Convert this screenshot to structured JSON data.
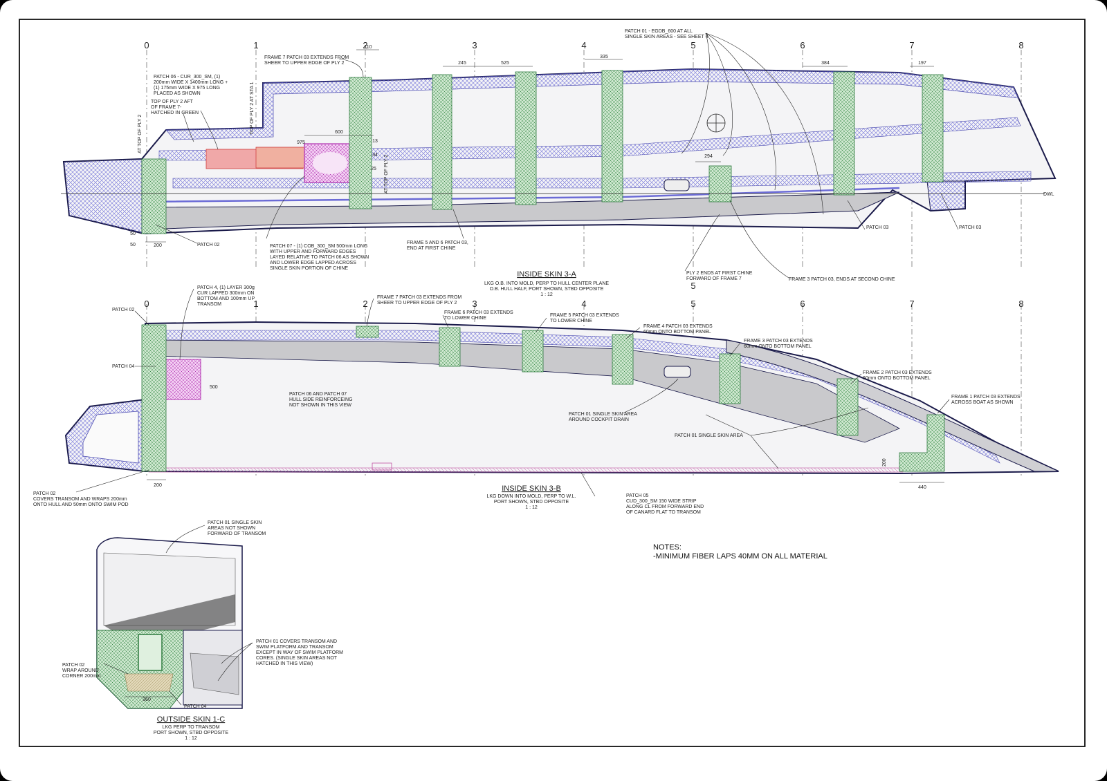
{
  "stations": [
    "0",
    "1",
    "2",
    "3",
    "4",
    "5",
    "6",
    "7",
    "8"
  ],
  "view_a": {
    "title": "INSIDE SKIN 3-A",
    "sub1": "LKG O.B. INTO MOLD, PERP TO HULL CENTER PLANE",
    "sub2": "O.B. HULL HALF, PORT SHOWN, STBD OPPOSITE",
    "scale": "1 : 12",
    "labels": {
      "patch01": [
        "PATCH 01 - EGDB_600 AT ALL",
        "SINGLE SKIN AREAS - SEE SHEET 4"
      ],
      "frame7": [
        "FRAME 7 PATCH 03 EXTENDS FROM",
        "SHEER TO UPPER EDGE OF PLY 2"
      ],
      "patch06": [
        "PATCH 06 - CUR_300_SM, (1)",
        "200mm WIDE X 1400mm LONG +",
        "(1) 175mm WIDE X 975 LONG",
        "PLACED AS SHOWN"
      ],
      "topply": [
        "TOP OF PLY 2 AFT",
        "OF FRAME 7-",
        "HATCHED IN GREEN"
      ],
      "patch07": [
        "PATCH 07 - (1) COB_300_SM 500mm LONG",
        "WITH UPPER AND FORWARD EDGES",
        "LAYED RELATIVE TO PATCH 06 AS SHOWN",
        "AND LOWER EDGE LAPPED ACROSS",
        "SINGLE SKIN PORTION OF CHINE"
      ],
      "frame56": [
        "FRAME 5 AND 6 PATCH 03,",
        "END AT FIRST CHINE"
      ],
      "ply2ends": [
        "PLY 2 ENDS AT FIRST CHINE",
        "FORWARD OF FRAME 7"
      ],
      "frame3": [
        "FRAME 3 PATCH 03, ENDS AT SECOND CHINE"
      ],
      "patch02": "PATCH 02",
      "patch03a": "PATCH 03",
      "patch03b": "PATCH 03",
      "dwl": "DWL",
      "vert1": "AT TOP OF PLY 2",
      "vert2": "TOP OF PLY 2 AT STA 1",
      "vert3": "AT TOP OF PLY 2"
    },
    "dims": [
      "110",
      "245",
      "525",
      "335",
      "384",
      "197",
      "600",
      "975",
      "13",
      "34",
      "25",
      "294",
      "50",
      "50",
      "200"
    ]
  },
  "view_b": {
    "title": "INSIDE SKIN 3-B",
    "sub1": "LKG DOWN INTO MOLD, PERP TO W.L.",
    "sub2": "PORT SHOWN, STBD OPPOSITE",
    "scale": "1 : 12",
    "labels": {
      "patch4": [
        "PATCH 4, (1) LAYER 300g",
        "CUR LAPPED 300mm ON",
        "BOTTOM AND 100mm UP",
        "TRANSOM"
      ],
      "patch02": "PATCH 02",
      "patch04": "PATCH 04",
      "frame7": [
        "FRAME 7 PATCH 03 EXTENDS FROM",
        "SHEER TO UPPER EDGE OF PLY 2"
      ],
      "frame6": [
        "FRAME 6 PATCH 03 EXTENDS",
        "TO LOWER CHINE"
      ],
      "frame5": [
        "FRAME 5 PATCH 03 EXTENDS",
        "TO LOWER CHINE"
      ],
      "frame4": [
        "FRAME 4 PATCH 03 EXTENDS",
        "60mm ONTO BOTTOM PANEL"
      ],
      "frame3": [
        "FRAME 3 PATCH 03 EXTENDS",
        "60mm ONTO BOTTOM PANEL"
      ],
      "frame2": [
        "FRAME 2 PATCH 03 EXTENDS",
        "60mm ONTO BOTTOM PANEL"
      ],
      "frame1": [
        "FRAME 1 PATCH 03 EXTENDS",
        "ACROSS BOAT AS SHOWN"
      ],
      "patch0607": [
        "PATCH 06 AND PATCH 07",
        "HULL SIDE REINFORCEING",
        "NOT SHOWN IN THIS VIEW"
      ],
      "drain": [
        "PATCH 01 SINGLE SKIN AREA",
        "AROUND COCKPIT DRAIN"
      ],
      "single": "PATCH 01 SINGLE SKIN AREA",
      "patch02b": [
        "PATCH 02",
        "COVERS TRANSOM AND WRAPS 200mm",
        "ONTO HULL AND 50mm ONTO SWIM POD"
      ],
      "patch05": [
        "PATCH 05",
        "CUD_300_SM 150 WIDE STRIP",
        "ALONG CL FROM FORWARD END",
        "OF CANARD FLAT TO TRANSOM"
      ]
    },
    "dims": [
      "500",
      "200",
      "200",
      "440"
    ]
  },
  "view_c": {
    "title": "OUTSIDE SKIN 1-C",
    "sub1": "LKG PERP TO TRANSOM",
    "sub2": "PORT SHOWN, STBD OPPOSITE",
    "scale": "1 : 12",
    "labels": {
      "single": [
        "PATCH 01 SINGLE SKIN",
        "AREAS NOT SHOWN",
        "FORWARD OF TRANSOM"
      ],
      "covers": [
        "PATCH 01 COVERS TRANSOM AND",
        "SWIM PLATFORM AND TRANSOM",
        "EXCEPT IN WAY OF SWIM PLATFORM",
        "CORES. (SINGLE SKIN AREAS NOT",
        "HATCHED IN THIS VIEW)"
      ],
      "patch02": [
        "PATCH 02",
        "WRAP AROUND",
        "CORNER 200mm"
      ],
      "patch04": "PATCH 04",
      "dim": "360"
    }
  },
  "notes": {
    "title": "NOTES:",
    "line1": "-MINIMUM FIBER LAPS 40MM ON ALL  MATERIAL"
  },
  "colors": {
    "outline": "#1a1a4a",
    "hatch_blue": "#6b6bd6",
    "green_patch": "#8fc99a",
    "magenta": "#c040c0",
    "red": "#e05050",
    "grey": "#c8c8c8"
  }
}
